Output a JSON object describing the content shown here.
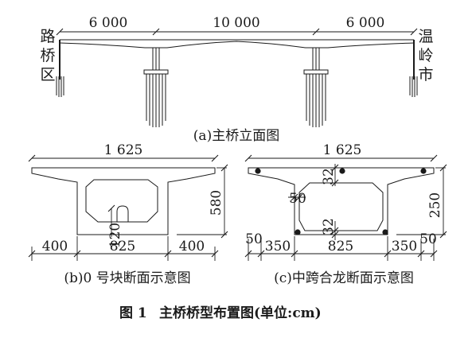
{
  "elevation": {
    "spans": [
      "6 000",
      "10 000",
      "6 000"
    ],
    "left_end": [
      "路",
      "桥",
      "区"
    ],
    "right_end": [
      "温",
      "岭",
      "市"
    ],
    "caption": "(a)主桥立面图"
  },
  "section_b": {
    "top_width": "1 625",
    "height": "580",
    "bottom_segments": [
      "400",
      "825",
      "400"
    ],
    "inner_label": "120",
    "caption": "(b)0 号块断面示意图"
  },
  "section_c": {
    "top_width": "1 625",
    "height": "250",
    "label_slab_top": "32",
    "label_web": "50",
    "label_slab_bottom": "32",
    "bottom_segments": [
      "50",
      "350",
      "825",
      "350",
      "50"
    ],
    "caption": "(c)中跨合龙断面示意图"
  },
  "figure_caption": {
    "number": "图 1",
    "title": "主桥桥型布置图(单位:cm)"
  }
}
